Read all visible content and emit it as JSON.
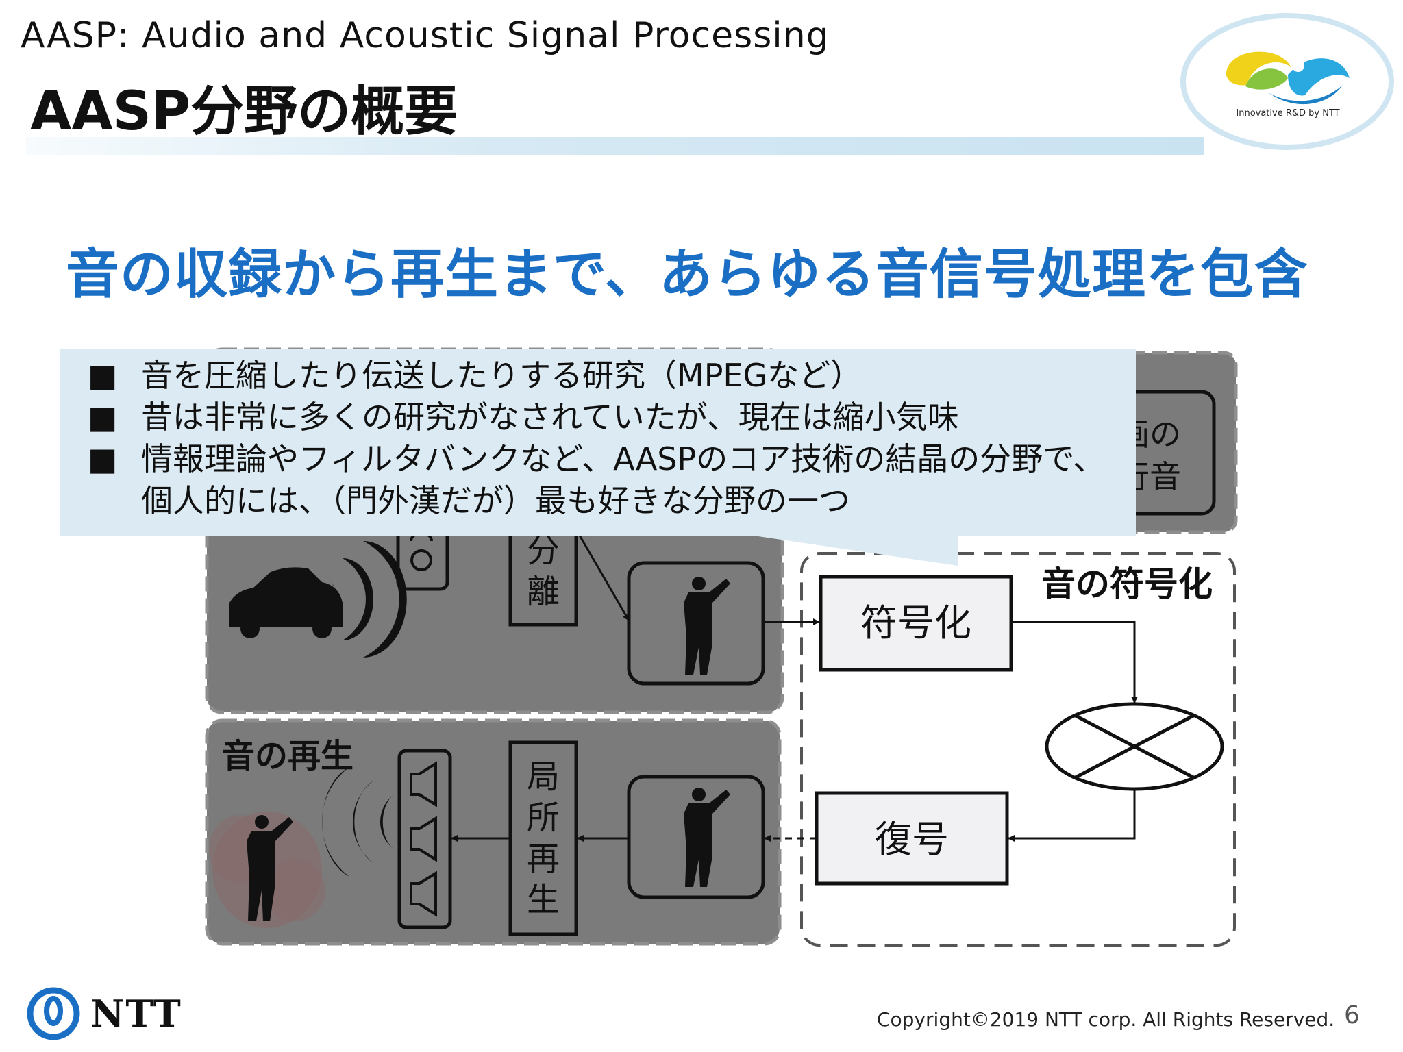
{
  "header": {
    "subtitle": "AASP: Audio and Acoustic Signal Processing",
    "title": "AASP分野の概要",
    "logo_caption": "Innovative R&D by NTT"
  },
  "headline": "音の収録から再生まで、あらゆる音信号処理を包含",
  "callout": {
    "bullet_glyph": "■",
    "bullets": [
      {
        "text": "音を圧縮したり伝送したりする研究（MPEGなど）"
      },
      {
        "text": "昔は非常に多くの研究がなされていたが、現在は縮小気味"
      },
      {
        "text": "情報理論やフィルタバンクなど、AASPのコア技術の結晶の分野で、",
        "continuation": "個人的には、（門外漢だが）最も好きな分野の一つ"
      }
    ]
  },
  "diagram": {
    "partial_label_line1": "画の",
    "partial_label_line2": "行音",
    "separation_char1": "分",
    "separation_char2": "離",
    "coding_section_title": "音の符号化",
    "encoder_label": "符号化",
    "decoder_label": "復号",
    "playback_title": "音の再生",
    "local_reproduction_chars": [
      "局",
      "所",
      "再",
      "生"
    ]
  },
  "footer": {
    "brand": "NTT",
    "copyright": "Copyright©2019  NTT corp. All Rights Reserved.",
    "page_number": "6"
  },
  "colors": {
    "headline": "#1a6fc4",
    "gray_panel": "#7b7b7b",
    "callout_bg": "#dcebf3",
    "ntt_blue": "#1a6fc4"
  }
}
